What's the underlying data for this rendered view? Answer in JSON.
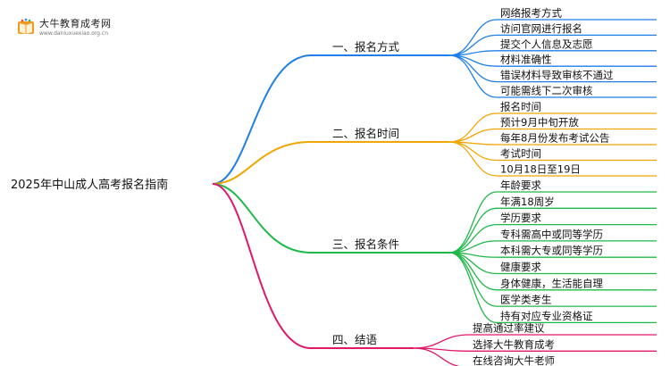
{
  "logo": {
    "name": "大牛教育成考网",
    "site": "www.daniuxuexiao.org.cn",
    "icon": "open-book-logo-icon"
  },
  "root": {
    "label": "2025年中山成人高考报名指南"
  },
  "branches": [
    {
      "label": "一、报名方式",
      "color": "#1f7fe8",
      "leaves": [
        "网络报考方式",
        "访问官网进行报名",
        "提交个人信息及志愿",
        "材料准确性",
        "错误材料导致审核不通过",
        "可能需线下二次审核"
      ]
    },
    {
      "label": "二、报名时间",
      "color": "#f0a500",
      "leaves": [
        "报名时间",
        "预计9月中旬开放",
        "每年8月份发布考试公告",
        "考试时间",
        "10月18日至19日"
      ]
    },
    {
      "label": "三、报名条件",
      "color": "#1fb84a",
      "leaves": [
        "年龄要求",
        "年满18周岁",
        "学历要求",
        "专科需高中或同等学历",
        "本科需大专或同等学历",
        "健康要求",
        "身体健康，生活能自理",
        "医学类考生",
        "持有对应专业资格证"
      ]
    },
    {
      "label": "四、结语",
      "color": "#e0186a",
      "leaves": [
        "提高通过率建议",
        "选择大牛教育成考",
        "在线咨询大牛老师"
      ]
    }
  ]
}
